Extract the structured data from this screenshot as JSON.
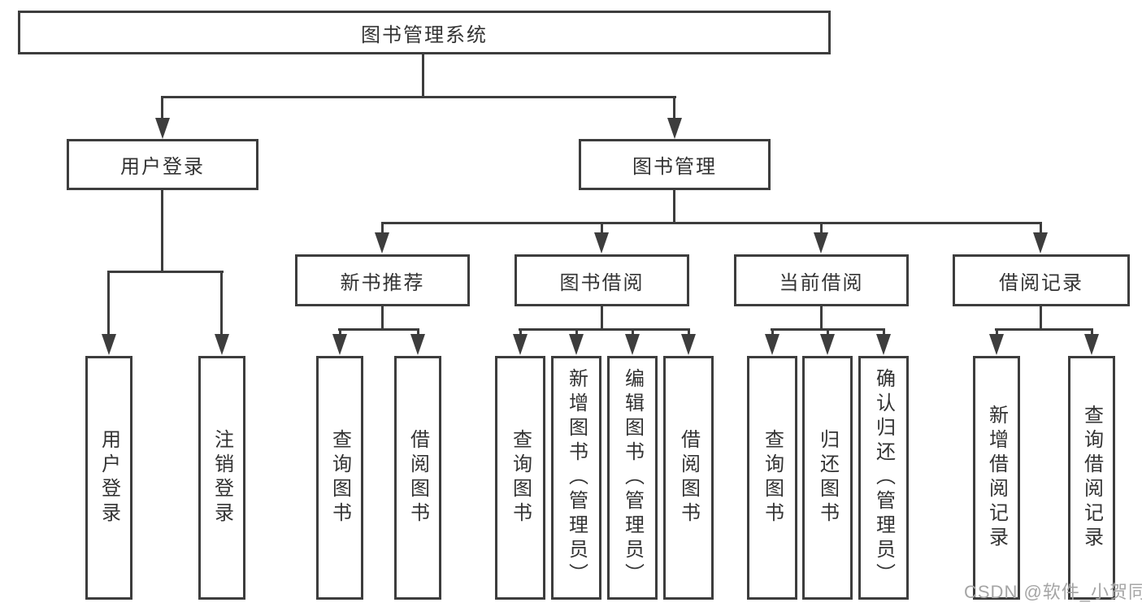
{
  "tree": {
    "root": "图书管理系统",
    "branches": [
      {
        "label": "用户登录",
        "leaves": [
          "用户登录",
          "注销登录"
        ]
      },
      {
        "label": "图书管理",
        "groups": [
          {
            "label": "新书推荐",
            "leaves": [
              "查询图书",
              "借阅图书"
            ]
          },
          {
            "label": "图书借阅",
            "leaves": [
              "查询图书",
              "新增图书（管理员）",
              "编辑图书（管理员）",
              "借阅图书"
            ]
          },
          {
            "label": "当前借阅",
            "leaves": [
              "查询图书",
              "归还图书",
              "确认归还（管理员）"
            ]
          },
          {
            "label": "借阅记录",
            "leaves": [
              "新增借阅记录",
              "查询借阅记录"
            ]
          }
        ]
      }
    ]
  },
  "watermark": {
    "text": "CSDN @软件_小贺同学"
  },
  "colors": {
    "line": "#3d3d3d",
    "text": "#333333",
    "wm": "#a5a5a5",
    "bg": "#ffffff"
  }
}
